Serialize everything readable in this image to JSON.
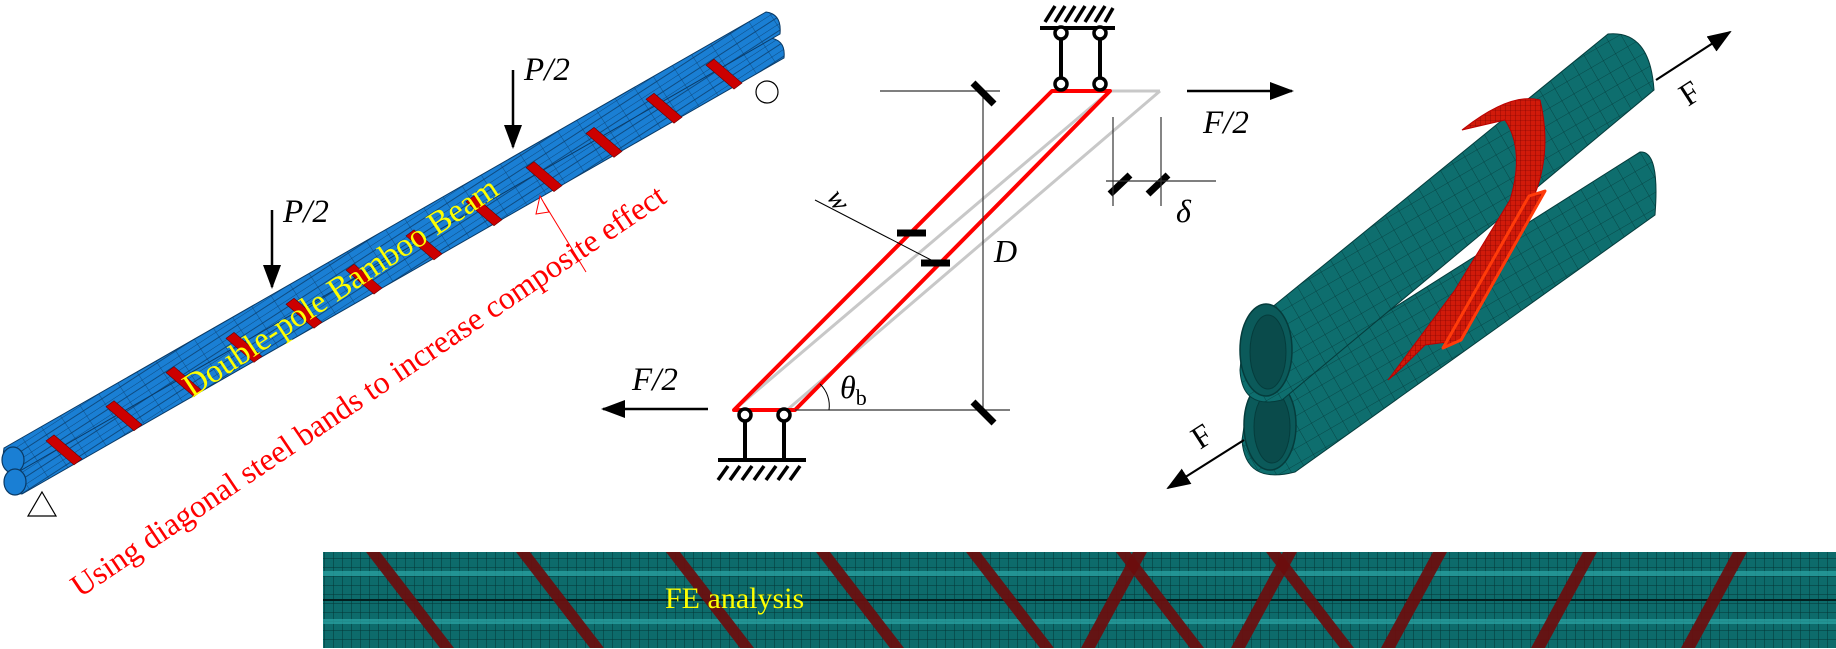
{
  "panels": {
    "beam": {
      "title": "Double-pole Bamboo Beam",
      "load_labels": [
        "P/2",
        "P/2"
      ],
      "annotation": "Using diagonal steel bands  to increase composite effect",
      "supports": [
        "pin-support",
        "roller-support"
      ]
    },
    "schematic": {
      "force_left": "F/2",
      "force_right": "F/2",
      "width_label": "w",
      "depth_label": "D",
      "angle_symbol": "θ",
      "angle_subscript": "b",
      "slip_label": "δ"
    },
    "fe_model": {
      "force_labels": [
        "F",
        "F"
      ]
    },
    "fe_strip": {
      "title": "FE analysis"
    }
  },
  "colors": {
    "bamboo_blue": "#1a7fd4",
    "band_red": "#cc0000",
    "fe_teal": "#0e6e6e",
    "fe_teal_light": "#2aa2a2",
    "fe_band_dark": "#6b0d0d",
    "highlight_orange": "#ff3b0a",
    "label_yellow": "#ffff00",
    "annotation_red": "#ff0000",
    "ghost_grey": "#c8c8c8"
  }
}
